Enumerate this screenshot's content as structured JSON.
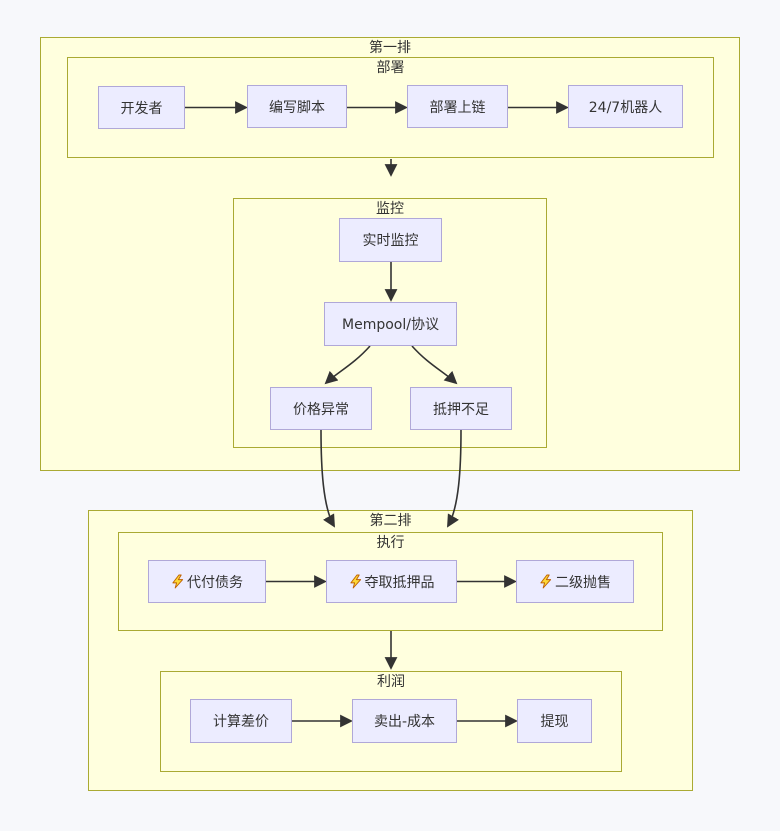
{
  "palette": {
    "page_bg": "#f7f8fb",
    "cluster_fill": "#ffffde",
    "cluster_border": "#aaaa33",
    "node_fill": "#ececff",
    "node_border": "#b0a8d8",
    "edge_color": "#333333",
    "text_color": "#333333",
    "lightning_fill": "#fdd835",
    "lightning_stroke": "#bf6000"
  },
  "diagram": {
    "type": "flowchart",
    "containers": [
      {
        "id": "row1",
        "label": "第一排",
        "parent": null
      },
      {
        "id": "deploy",
        "label": "部署",
        "parent": "row1"
      },
      {
        "id": "monitor",
        "label": "监控",
        "parent": "row1"
      },
      {
        "id": "row2",
        "label": "第二排",
        "parent": null
      },
      {
        "id": "execute",
        "label": "执行",
        "parent": "row2"
      },
      {
        "id": "profit",
        "label": "利润",
        "parent": "row2"
      }
    ],
    "nodes": [
      {
        "id": "developer",
        "label": "开发者",
        "container": "deploy"
      },
      {
        "id": "write-script",
        "label": "编写脚本",
        "container": "deploy"
      },
      {
        "id": "deploy-chain",
        "label": "部署上链",
        "container": "deploy"
      },
      {
        "id": "bot-247",
        "label": "24/7机器人",
        "container": "deploy"
      },
      {
        "id": "realtime",
        "label": "实时监控",
        "container": "monitor"
      },
      {
        "id": "mempool",
        "label": "Mempool/协议",
        "container": "monitor"
      },
      {
        "id": "price-anom",
        "label": "价格异常",
        "container": "monitor"
      },
      {
        "id": "undercoll",
        "label": "抵押不足",
        "container": "monitor"
      },
      {
        "id": "repay-debt",
        "label": "代付债务",
        "container": "execute",
        "icon": "lightning-icon"
      },
      {
        "id": "seize-coll",
        "label": "夺取抵押品",
        "container": "execute",
        "icon": "lightning-icon"
      },
      {
        "id": "dump-sell",
        "label": "二级抛售",
        "container": "execute",
        "icon": "lightning-icon"
      },
      {
        "id": "calc-spread",
        "label": "计算差价",
        "container": "profit"
      },
      {
        "id": "sell-cost",
        "label": "卖出-成本",
        "container": "profit"
      },
      {
        "id": "withdraw",
        "label": "提现",
        "container": "profit"
      }
    ],
    "edges": [
      {
        "from": "开发者",
        "to": "编写脚本"
      },
      {
        "from": "编写脚本",
        "to": "部署上链"
      },
      {
        "from": "部署上链",
        "to": "24/7机器人"
      },
      {
        "from": "部署",
        "to": "监控"
      },
      {
        "from": "实时监控",
        "to": "Mempool/协议"
      },
      {
        "from": "Mempool/协议",
        "to": "价格异常"
      },
      {
        "from": "Mempool/协议",
        "to": "抵押不足"
      },
      {
        "from": "价格异常",
        "to": "执行"
      },
      {
        "from": "抵押不足",
        "to": "执行"
      },
      {
        "from": "代付债务",
        "to": "夺取抵押品"
      },
      {
        "from": "夺取抵押品",
        "to": "二级抛售"
      },
      {
        "from": "执行",
        "to": "利润"
      },
      {
        "from": "计算差价",
        "to": "卖出-成本"
      },
      {
        "from": "卖出-成本",
        "to": "提现"
      }
    ]
  }
}
